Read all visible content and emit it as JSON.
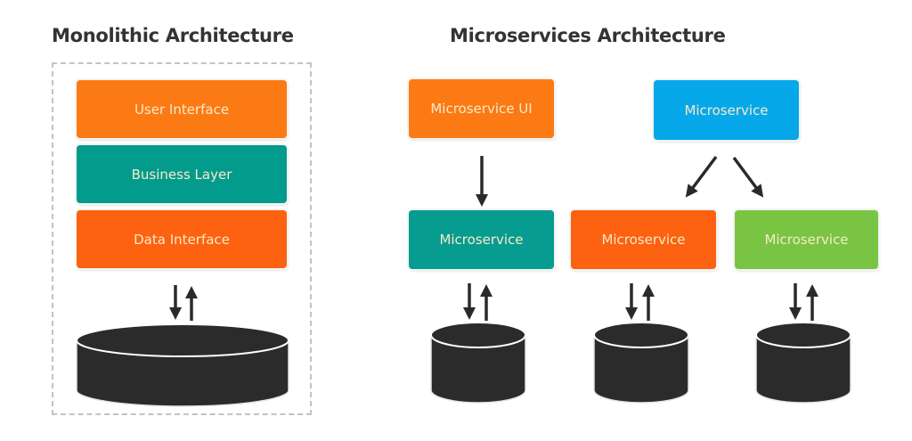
{
  "monolithic": {
    "title": "Monolithic Architecture",
    "layers": [
      {
        "label": "User Interface",
        "color": "#fb7a14"
      },
      {
        "label": "Business Layer",
        "color": "#039b8c"
      },
      {
        "label": "Data Interface",
        "color": "#fc6210"
      }
    ],
    "database": {
      "icon": "database-icon",
      "connection": "bidirectional"
    }
  },
  "microservices": {
    "title": "Microservices Architecture",
    "top_services": [
      {
        "label": "Microservice UI",
        "color": "#fb7a14"
      },
      {
        "label": "Microservice",
        "color": "#06a8ea"
      }
    ],
    "bottom_services": [
      {
        "label": "Microservice",
        "color": "#069c90"
      },
      {
        "label": "Microservice",
        "color": "#fc6210"
      },
      {
        "label": "Microservice",
        "color": "#79c442"
      }
    ],
    "databases": [
      {
        "icon": "database-icon",
        "connection": "bidirectional"
      },
      {
        "icon": "database-icon",
        "connection": "bidirectional"
      },
      {
        "icon": "database-icon",
        "connection": "bidirectional"
      }
    ]
  },
  "colors": {
    "arrow": "#2a2a2a",
    "database": "#2b2b2b",
    "title_text": "#333333",
    "box_text": "#fbe9c8",
    "dashed_border": "#c3c3c3"
  }
}
